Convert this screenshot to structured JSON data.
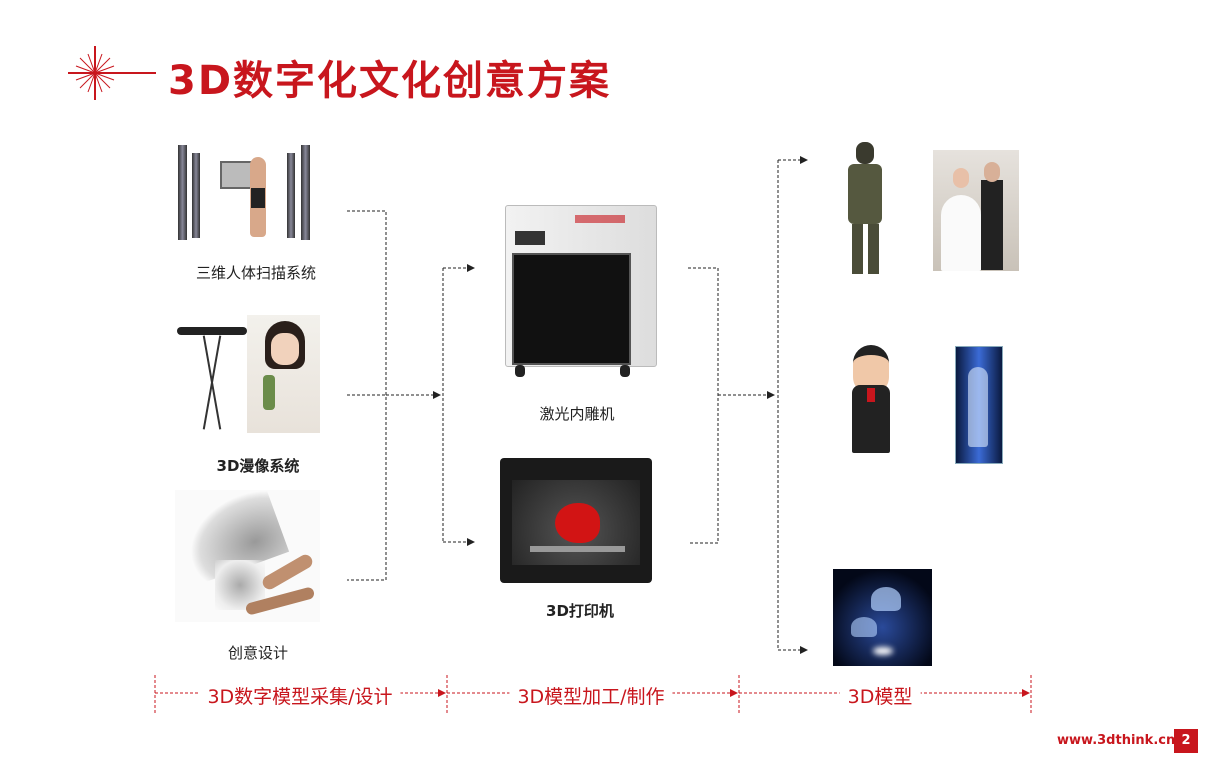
{
  "header": {
    "title": "3D数字化文化创意方案"
  },
  "inputs": [
    {
      "label": "三维人体扫描系统"
    },
    {
      "label": "3D漫像系统"
    },
    {
      "label": "创意设计"
    }
  ],
  "machines": [
    {
      "label": "激光内雕机"
    },
    {
      "label": "3D打印机"
    }
  ],
  "stages": [
    {
      "label": "3D数字模型采集/设计"
    },
    {
      "label": "3D模型加工/制作"
    },
    {
      "label": "3D模型"
    }
  ],
  "footer": {
    "url": "www.3dthink.cn",
    "page": "2"
  },
  "colors": {
    "accent": "#c8161d"
  }
}
